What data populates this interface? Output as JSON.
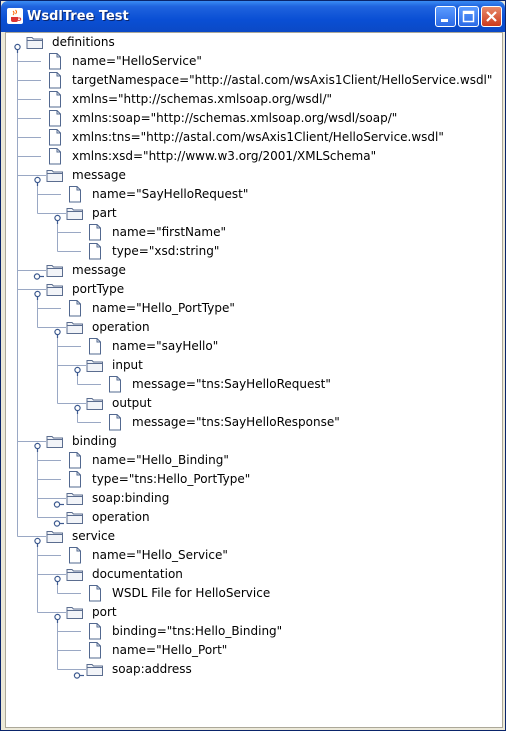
{
  "window": {
    "title": "WsdlTree Test"
  },
  "tree": [
    {
      "d": 0,
      "type": "folder",
      "handle": "expanded",
      "label": "definitions"
    },
    {
      "d": 1,
      "type": "leaf",
      "label": "name=\"HelloService\""
    },
    {
      "d": 1,
      "type": "leaf",
      "label": "targetNamespace=\"http://astal.com/wsAxis1Client/HelloService.wsdl\""
    },
    {
      "d": 1,
      "type": "leaf",
      "label": "xmlns=\"http://schemas.xmlsoap.org/wsdl/\""
    },
    {
      "d": 1,
      "type": "leaf",
      "label": "xmlns:soap=\"http://schemas.xmlsoap.org/wsdl/soap/\""
    },
    {
      "d": 1,
      "type": "leaf",
      "label": "xmlns:tns=\"http://astal.com/wsAxis1Client/HelloService.wsdl\""
    },
    {
      "d": 1,
      "type": "leaf",
      "label": "xmlns:xsd=\"http://www.w3.org/2001/XMLSchema\""
    },
    {
      "d": 1,
      "type": "folder",
      "handle": "expanded",
      "label": "message"
    },
    {
      "d": 2,
      "type": "leaf",
      "label": "name=\"SayHelloRequest\""
    },
    {
      "d": 2,
      "type": "folder",
      "handle": "expanded",
      "label": "part"
    },
    {
      "d": 3,
      "type": "leaf",
      "label": "name=\"firstName\""
    },
    {
      "d": 3,
      "type": "leaf",
      "label": "type=\"xsd:string\""
    },
    {
      "d": 1,
      "type": "folder",
      "handle": "collapsed",
      "label": "message"
    },
    {
      "d": 1,
      "type": "folder",
      "handle": "expanded",
      "label": "portType"
    },
    {
      "d": 2,
      "type": "leaf",
      "label": "name=\"Hello_PortType\""
    },
    {
      "d": 2,
      "type": "folder",
      "handle": "expanded",
      "label": "operation"
    },
    {
      "d": 3,
      "type": "leaf",
      "label": "name=\"sayHello\""
    },
    {
      "d": 3,
      "type": "folder",
      "handle": "expanded",
      "label": "input"
    },
    {
      "d": 4,
      "type": "leaf",
      "label": "message=\"tns:SayHelloRequest\""
    },
    {
      "d": 3,
      "type": "folder",
      "handle": "expanded",
      "label": "output"
    },
    {
      "d": 4,
      "type": "leaf",
      "label": "message=\"tns:SayHelloResponse\""
    },
    {
      "d": 1,
      "type": "folder",
      "handle": "expanded",
      "label": "binding"
    },
    {
      "d": 2,
      "type": "leaf",
      "label": "name=\"Hello_Binding\""
    },
    {
      "d": 2,
      "type": "leaf",
      "label": "type=\"tns:Hello_PortType\""
    },
    {
      "d": 2,
      "type": "folder",
      "handle": "collapsed",
      "label": "soap:binding"
    },
    {
      "d": 2,
      "type": "folder",
      "handle": "collapsed",
      "label": "operation"
    },
    {
      "d": 1,
      "type": "folder",
      "handle": "expanded",
      "label": "service"
    },
    {
      "d": 2,
      "type": "leaf",
      "label": "name=\"Hello_Service\""
    },
    {
      "d": 2,
      "type": "folder",
      "handle": "expanded",
      "label": "documentation"
    },
    {
      "d": 3,
      "type": "leaf",
      "label": "WSDL File for HelloService"
    },
    {
      "d": 2,
      "type": "folder",
      "handle": "expanded",
      "label": "port"
    },
    {
      "d": 3,
      "type": "leaf",
      "label": "binding=\"tns:Hello_Binding\""
    },
    {
      "d": 3,
      "type": "leaf",
      "label": "name=\"Hello_Port\""
    },
    {
      "d": 3,
      "type": "folder",
      "handle": "collapsed",
      "label": "soap:address"
    }
  ]
}
